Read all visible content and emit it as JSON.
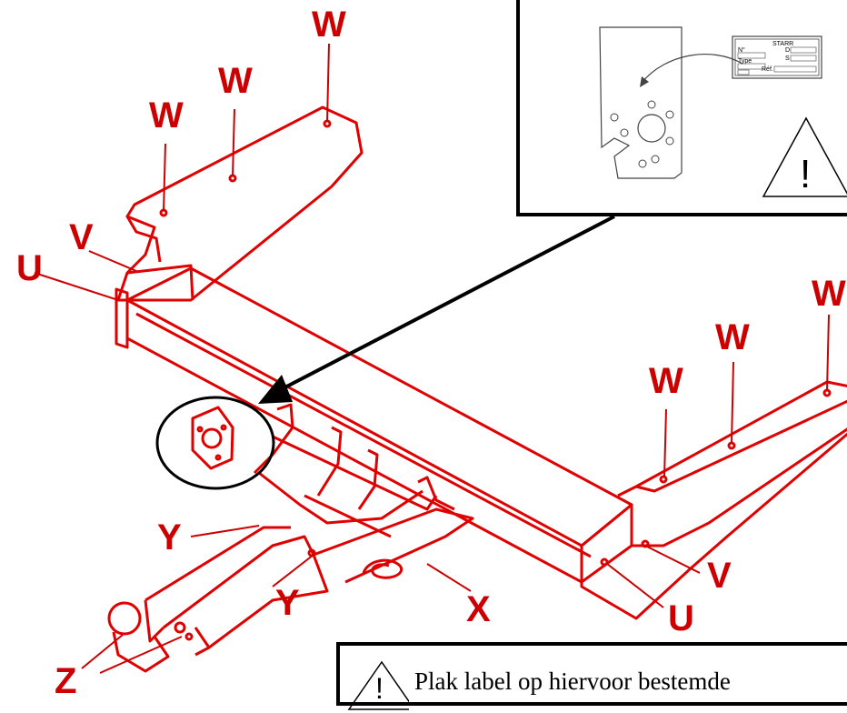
{
  "labels": {
    "W": "W",
    "V": "V",
    "U": "U",
    "Y": "Y",
    "X": "X",
    "Z": "Z"
  },
  "inset": {
    "brand": "STARR",
    "no_label": "N°",
    "type_label": "Type",
    "d_label": "D",
    "s_label": "S",
    "ref_label": "Réf.",
    "warning_symbol": "!"
  },
  "note": {
    "warning_symbol": "!",
    "text": "Plak label op hiervoor bestemde"
  },
  "colors": {
    "drawing": "#cc0000",
    "outline": "#000000"
  }
}
